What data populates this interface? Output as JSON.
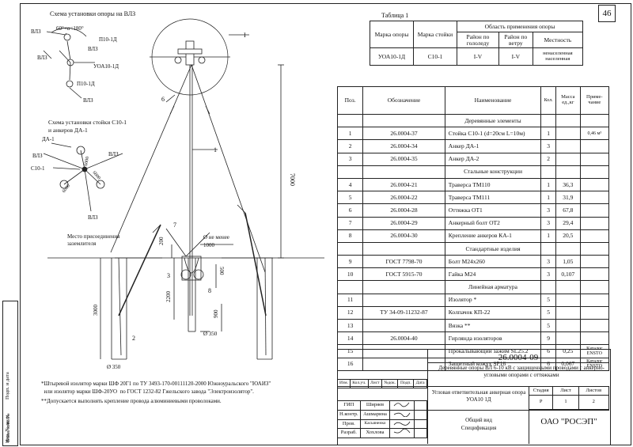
{
  "page_number": "46",
  "scheme1_title": "Схема установки опоры на ВЛЗ",
  "scheme1_labels": {
    "vlz_a": "ВЛЗ",
    "angle": "60°<α<180°",
    "p10_top": "П10-1Д",
    "vlz_b": "ВЛЗ",
    "vlz_c": "ВЛЗ",
    "uoa": "УОА10-1Д",
    "p10_bottom": "П10-1Д",
    "vlz_d": "ВЛЗ"
  },
  "scheme2_title": [
    "Схема установки стойки С10-1",
    "и анкеров ДА-1"
  ],
  "scheme2_labels": {
    "da1": "ДА-1",
    "vlz_a": "ВЛЗ",
    "vlz_b": "ВЛЗ",
    "c10": "С10-1",
    "vlz_c": "ВЛЗ",
    "d6000a": "6000",
    "d6000b": "6000",
    "d6000c": "6000",
    "vlz_d": "ВЛЗ"
  },
  "drawing_labels": {
    "callouts": [
      "I",
      "6",
      "1",
      "7",
      "3",
      "8",
      "2"
    ],
    "h7000": "7000",
    "ground_place": [
      "Место присоединения",
      "заземлителя"
    ],
    "diam_min": [
      "Ø не менее",
      "1000"
    ],
    "d200": "200",
    "d500": "500",
    "d2200": "2200",
    "d3000": "3000",
    "d900": "900",
    "d350a": "Ø 350",
    "d350b": "Ø 350"
  },
  "table1": {
    "caption": "Таблица 1",
    "headers": {
      "brand": "Марка опоры",
      "rack": "Марка стойки",
      "area": "Область применения опоры",
      "ice": "Район по гололеду",
      "wind": "Район по ветру",
      "terrain": "Местность"
    },
    "row": {
      "brand": "УОА10-1Д",
      "rack": "С10-1",
      "ice": "I-V",
      "wind": "I-V",
      "terrain": "ненаселенная населенная"
    }
  },
  "spec": {
    "headers": {
      "pos": "Поз.",
      "code": "Обозначение",
      "name": "Наименование",
      "qty": "Кол.",
      "mass": "Масса ед.,кг",
      "note": "Приме-чание"
    },
    "rows": [
      {
        "type": "section",
        "name": "Деревянные элементы"
      },
      {
        "pos": "1",
        "code": "26.0004-37",
        "name": "Стойка С10-1 (d=20см L=10м)",
        "qty": "1",
        "mass": "",
        "note": "0,46 м³"
      },
      {
        "pos": "2",
        "code": "26.0004-34",
        "name": "Анкер ДА-1",
        "qty": "3",
        "mass": "",
        "note": ""
      },
      {
        "pos": "3",
        "code": "26.0004-35",
        "name": "Анкер ДА-2",
        "qty": "2",
        "mass": "",
        "note": ""
      },
      {
        "type": "section",
        "name": "Стальные конструкции"
      },
      {
        "pos": "4",
        "code": "26.0004-21",
        "name": "Траверса ТМ110",
        "qty": "1",
        "mass": "36,3",
        "note": ""
      },
      {
        "pos": "5",
        "code": "26.0004-22",
        "name": "Траверса ТМ111",
        "qty": "1",
        "mass": "31,9",
        "note": ""
      },
      {
        "pos": "6",
        "code": "26.0004-28",
        "name": "Оттяжка ОТ1",
        "qty": "3",
        "mass": "67,8",
        "note": ""
      },
      {
        "pos": "7",
        "code": "26.0004-29",
        "name": "Анкерный болт ОТ2",
        "qty": "3",
        "mass": "29,4",
        "note": ""
      },
      {
        "pos": "8",
        "code": "26.0004-30",
        "name": "Крепление анкеров КА-1",
        "qty": "1",
        "mass": "20,5",
        "note": ""
      },
      {
        "type": "section",
        "name": "Стандартные изделия"
      },
      {
        "pos": "9",
        "code": "ГОСТ 7798-70",
        "name": "Болт М24х260",
        "qty": "3",
        "mass": "1,05",
        "note": ""
      },
      {
        "pos": "10",
        "code": "ГОСТ 5915-70",
        "name": "Гайка М24",
        "qty": "3",
        "mass": "0,107",
        "note": ""
      },
      {
        "type": "section",
        "name": "Линейная арматура"
      },
      {
        "pos": "11",
        "code": "",
        "name": "Изолятор *",
        "qty": "5",
        "mass": "",
        "note": ""
      },
      {
        "pos": "12",
        "code": "ТУ 34-09-11232-87",
        "name": "Колпачок КП-22",
        "qty": "5",
        "mass": "",
        "note": ""
      },
      {
        "pos": "13",
        "code": "",
        "name": "Вязка **",
        "qty": "5",
        "mass": "",
        "note": ""
      },
      {
        "pos": "14",
        "code": "26.0004-40",
        "name": "Гирлянда изоляторов",
        "qty": "9",
        "mass": "",
        "note": ""
      },
      {
        "pos": "15",
        "code": "",
        "name": "Прокалывающий зажим SL25.2",
        "qty": "6",
        "mass": "0,25",
        "note": "Каталог ENSTO"
      },
      {
        "pos": "16",
        "code": "",
        "name": "Защитный кожух SP16",
        "qty": "6",
        "mass": "0,067",
        "note": "Каталог ENSTO"
      }
    ]
  },
  "notes": [
    "*Штыревой изолятор марки ШФ 20Г1 по ТУ 3493-170-00111120-2000 Южноуральского \"ЮАИЗ\"",
    "  или изолятор марки ШФ-20УО  по ГОСТ 1232-82 Гжельского завода \"Электроизолятор\".",
    "**Допускается выполнять крепление провода алюминиевыми проволоками."
  ],
  "side_labels": [
    "Взам. инв. №",
    "Подп. и дата",
    "Инв. № подл."
  ],
  "stamp": {
    "code": "26.0004-09",
    "title": "Деревянные опоры ВЛ 6-10 кВ с защищенными проводами с анкерно-угловыми опорами с оттяжками",
    "cols": {
      "izm": "Изм.",
      "kol": "Кол.уч.",
      "list": "Лист",
      "ndok": "№док.",
      "podp": "Подп.",
      "data": "Дата"
    },
    "people": [
      {
        "role": "ГИП",
        "name": "Ширяев"
      },
      {
        "role": "Н.контр.",
        "name": "Ашмарина"
      },
      {
        "role": "Пров.",
        "name": "Касьяненко"
      },
      {
        "role": "Разраб.",
        "name": "Хохлова"
      }
    ],
    "doc_name": "Угловая ответвительная анкерная опора УОА10 1Д",
    "doc_sub": [
      "Общий вид",
      "Спецификация"
    ],
    "stage_h": "Стадия",
    "sheet_h": "Лист",
    "sheets_h": "Листов",
    "stage": "Р",
    "sheet": "1",
    "sheets": "2",
    "org": "ОАО \"РОСЭП\""
  }
}
